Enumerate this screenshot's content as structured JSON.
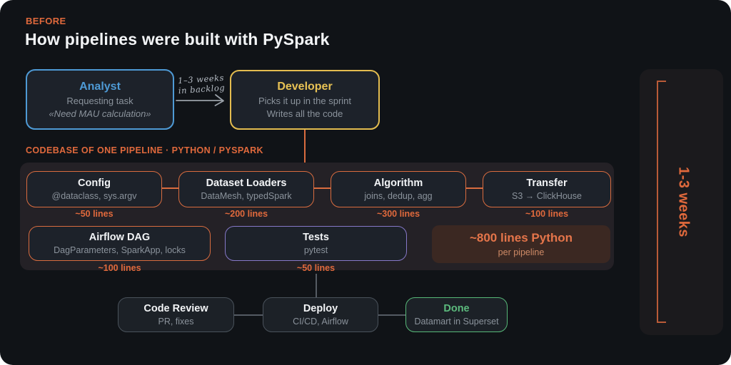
{
  "header": {
    "eyebrow": "BEFORE",
    "title": "How pipelines were built with PySpark"
  },
  "flow": {
    "analyst": {
      "title": "Analyst",
      "line1": "Requesting task",
      "line2": "«Need MAU calculation»"
    },
    "arrow_label": {
      "line1": "1–3 weeks",
      "line2": "in backlog"
    },
    "developer": {
      "title": "Developer",
      "line1": "Picks it up in the sprint",
      "line2": "Writes all the code"
    }
  },
  "codebase": {
    "section_label": "CODEBASE OF ONE PIPELINE · PYTHON / PYSPARK",
    "row1": [
      {
        "title": "Config",
        "subtitle": "@dataclass, sys.argv",
        "lines": "~50 lines"
      },
      {
        "title": "Dataset Loaders",
        "subtitle": "DataMesh, typedSpark",
        "lines": "~200 lines"
      },
      {
        "title": "Algorithm",
        "subtitle": "joins, dedup, agg",
        "lines": "~300 lines"
      },
      {
        "title": "Transfer",
        "subtitle": "S3 → ClickHouse",
        "lines": "~100 lines"
      }
    ],
    "row2": [
      {
        "title": "Airflow DAG",
        "subtitle": "DagParameters, SparkApp, locks",
        "lines": "~100 lines"
      },
      {
        "title": "Tests",
        "subtitle": "pytest",
        "lines": "~50 lines"
      }
    ],
    "total": {
      "title": "~800 lines Python",
      "subtitle": "per pipeline"
    }
  },
  "bottom_row": [
    {
      "title": "Code Review",
      "subtitle": "PR, fixes"
    },
    {
      "title": "Deploy",
      "subtitle": "CI/CD, Airflow"
    },
    {
      "title": "Done",
      "subtitle": "Datamart in Superset"
    }
  ],
  "timeline": {
    "label": "1-3 weeks"
  },
  "colors": {
    "background": "#101317",
    "accent_orange": "#E0693C",
    "analyst_blue": "#4E9AD5",
    "developer_yellow": "#E8C254",
    "tests_purple": "#8678C8",
    "done_green": "#57B878",
    "panel": "#242126",
    "total_box_bg": "#3B2822"
  }
}
